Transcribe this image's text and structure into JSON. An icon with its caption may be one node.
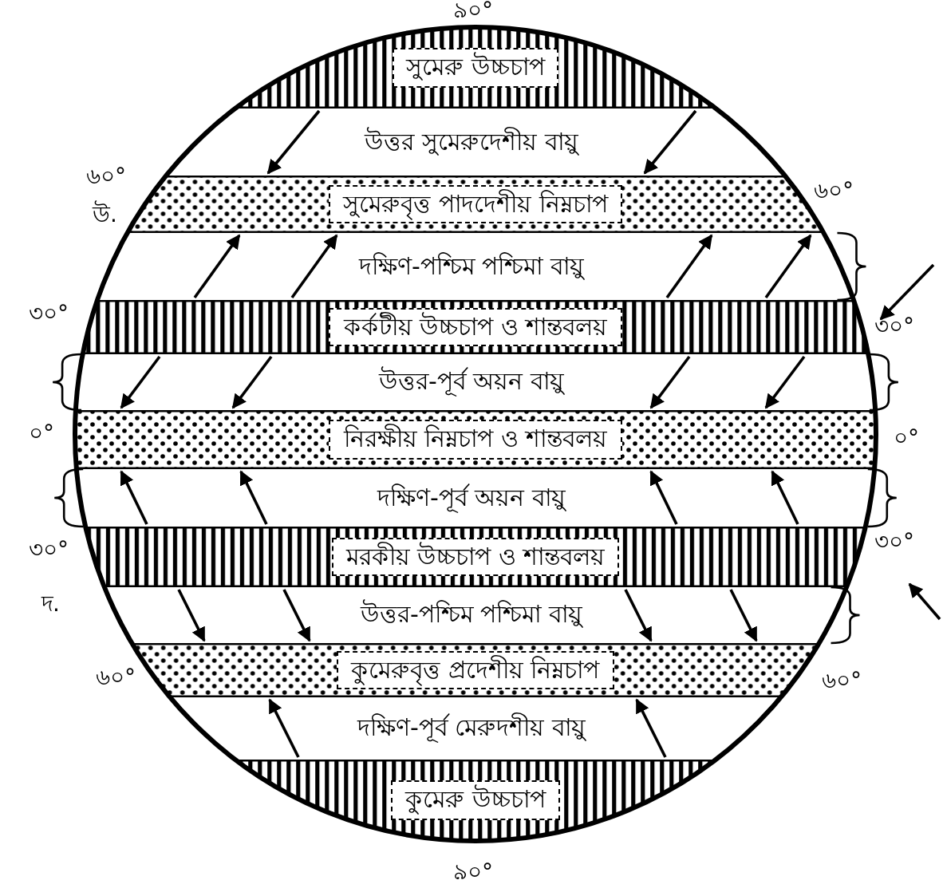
{
  "diagram": {
    "nodes": [
      {
        "text": [
          "সুমেরু উচ্চচাপ"
        ]
      },
      {
        "text": [
          "উত্তর সুমেরুদেশীয় বায়ু"
        ]
      },
      {
        "text": [
          "সুমেরুবৃত্ত পাদদেশীয় নিম্নচাপ"
        ]
      },
      {
        "text": [
          "দক্ষিণ-পশ্চিম পশ্চিমা বায়ু"
        ]
      },
      {
        "text": [
          "কর্কটীয় উচ্চচাপ ও শান্তবলয়"
        ]
      },
      {
        "text": [
          "উত্তর-পূর্ব অয়ন বায়ু"
        ]
      },
      {
        "text": [
          "নিরক্ষীয় নিম্নচাপ ও শান্তবলয়"
        ]
      },
      {
        "text": [
          "দক্ষিণ-পূর্ব অয়ন বায়ু"
        ]
      },
      {
        "text": [
          "মরকীয়  উচ্চচাপ ও শান্তবলয়"
        ]
      },
      {
        "text": [
          "উত্তর-পশ্চিম পশ্চিমা বায়ু"
        ]
      },
      {
        "text": [
          "কুমেরুবৃত্ত প্রদেশীয় নিম্নচাপ"
        ]
      },
      {
        "text": [
          "দক্ষিণ-পূর্ব মেরুদশীয় বায়ু"
        ]
      },
      {
        "text": [
          "কুমেরু উচ্চচাপ"
        ]
      }
    ],
    "edges": [
      {
        "from": 0,
        "to": 2,
        "arrow": "to"
      },
      {
        "from": 0,
        "to": 2,
        "arrow": "to"
      },
      {
        "from": 4,
        "to": 2,
        "arrow": "to"
      },
      {
        "from": 4,
        "to": 2,
        "arrow": "to"
      },
      {
        "from": 4,
        "to": 2,
        "arrow": "to"
      },
      {
        "from": 4,
        "to": 2,
        "arrow": "to"
      },
      {
        "from": 4,
        "to": 6,
        "arrow": "to"
      },
      {
        "from": 4,
        "to": 6,
        "arrow": "to"
      },
      {
        "from": 4,
        "to": 6,
        "arrow": "to"
      },
      {
        "from": 4,
        "to": 6,
        "arrow": "to"
      },
      {
        "from": 8,
        "to": 6,
        "arrow": "to"
      },
      {
        "from": 8,
        "to": 6,
        "arrow": "to"
      },
      {
        "from": 8,
        "to": 6,
        "arrow": "to"
      },
      {
        "from": 8,
        "to": 6,
        "arrow": "to"
      },
      {
        "from": 8,
        "to": 10,
        "arrow": "to"
      },
      {
        "from": 8,
        "to": 10,
        "arrow": "to"
      },
      {
        "from": 8,
        "to": 10,
        "arrow": "to"
      },
      {
        "from": 8,
        "to": 10,
        "arrow": "to"
      },
      {
        "from": 12,
        "to": 10,
        "arrow": "to"
      },
      {
        "from": 12,
        "to": 10,
        "arrow": "to"
      }
    ],
    "labels": [
      "৯০°",
      "৬০°",
      "উ.",
      "৬০°",
      "৩০°",
      "৩০°",
      "০°",
      "০°",
      "৩০°",
      "দ.",
      "৩০°",
      "৬০°",
      "৬০°",
      "৯০°"
    ]
  }
}
